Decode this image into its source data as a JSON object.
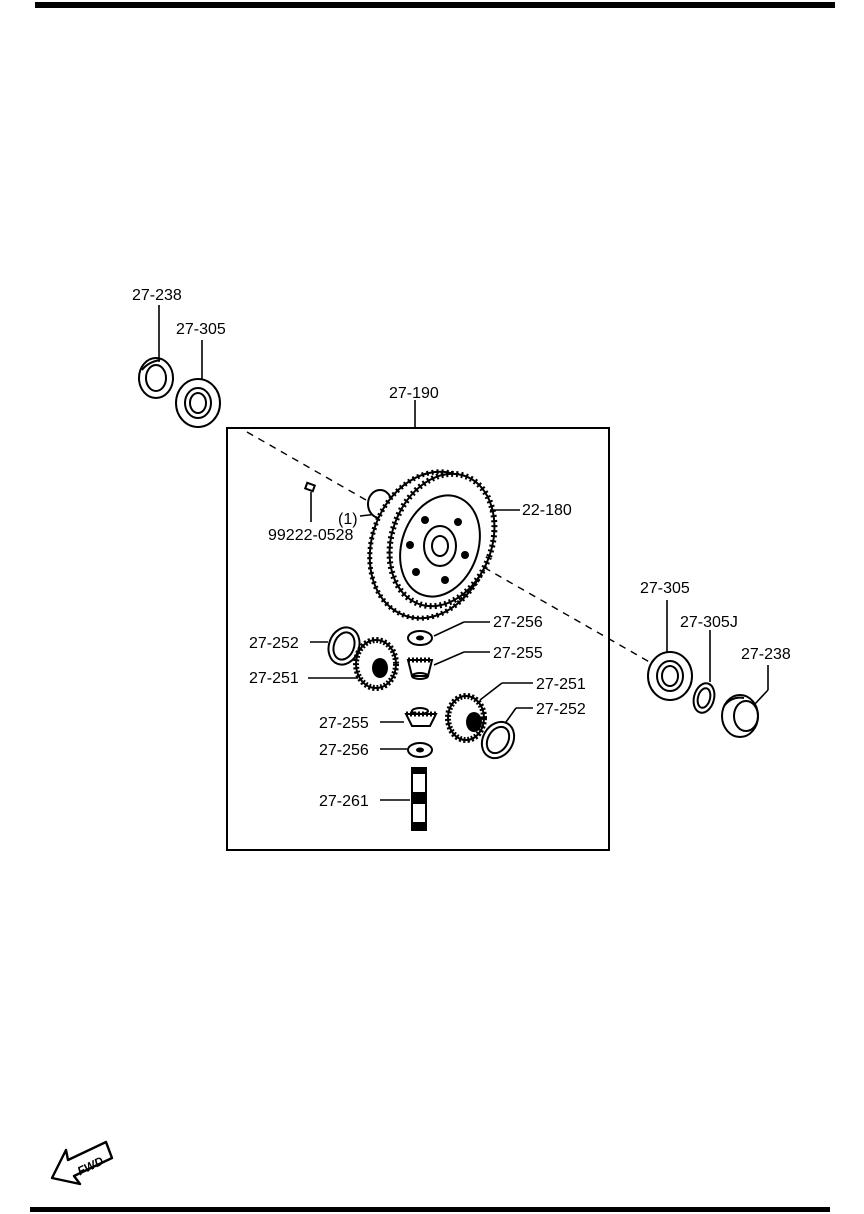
{
  "labels": {
    "bearing_left_seal": "27-238",
    "bearing_left": "27-305",
    "assembly": "27-190",
    "ring_gear": "22-180",
    "bolt": "99222-0528",
    "bolt_qty": "(1)",
    "thrust_washer_top": "27-256",
    "pinion_gear_top": "27-255",
    "side_washer_left": "27-252",
    "side_gear_left": "27-251",
    "side_gear_right": "27-251",
    "side_washer_right": "27-252",
    "pinion_gear_bottom": "27-255",
    "thrust_washer_bottom": "27-256",
    "pinion_shaft": "27-261",
    "bearing_right": "27-305",
    "bearing_right_shim": "27-305J",
    "bearing_right_seal": "27-238"
  },
  "fwd_arrow": "FWD"
}
